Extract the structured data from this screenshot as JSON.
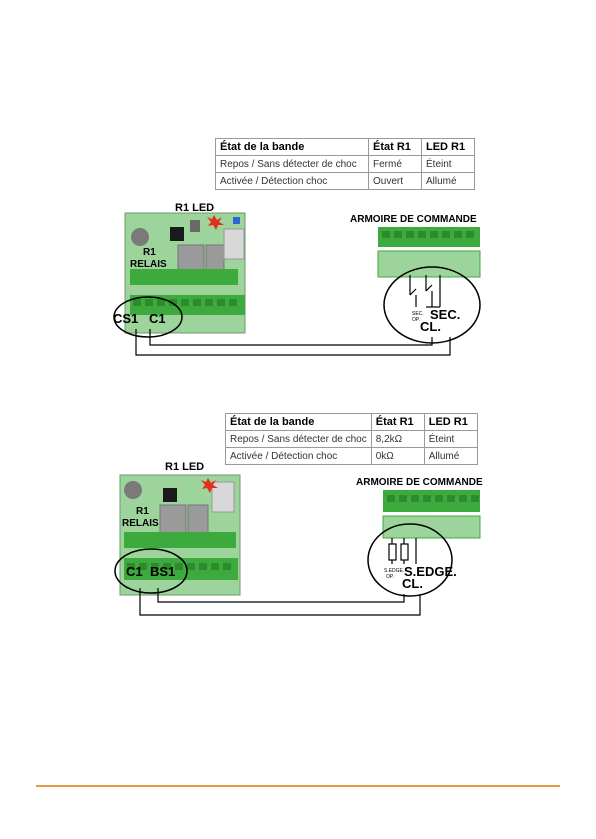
{
  "colors": {
    "accent": "#e39b4a",
    "board": "#9cd49c",
    "terminal": "#3daa3d",
    "led": "#e0301e"
  },
  "diagram1": {
    "table": {
      "headers": [
        "État de la bande",
        "État R1",
        "LED R1"
      ],
      "rows": [
        [
          "Repos / Sans détecter de choc",
          "Fermé",
          "Éteint"
        ],
        [
          "Activée / Détection choc",
          "Ouvert",
          "Allumé"
        ]
      ]
    },
    "labels": {
      "led": "R1 LED",
      "relay_line1": "R1",
      "relay_line2": "RELAIS",
      "cabinet": "ARMOIRE DE COMMANDE",
      "term_left": "CS1",
      "term_right": "C1",
      "contact_small_1": "SEC.",
      "contact_small_2": "OP.",
      "contact_big_1": "SEC.",
      "contact_big_2": "CL."
    }
  },
  "diagram2": {
    "table": {
      "headers": [
        "État de la bande",
        "État R1",
        "LED R1"
      ],
      "rows": [
        [
          "Repos / Sans détecter de choc",
          "8,2kΩ",
          "Éteint"
        ],
        [
          "Activée / Détection choc",
          "0kΩ",
          "Allumé"
        ]
      ]
    },
    "labels": {
      "led": "R1 LED",
      "relay_line1": "R1",
      "relay_line2": "RELAIS",
      "cabinet": "ARMOIRE DE COMMANDE",
      "term_left": "C1",
      "term_right": "BS1",
      "contact_small_1": "S.EDGE.",
      "contact_small_2": "OP.",
      "contact_big_1": "S.EDGE.",
      "contact_big_2": "CL."
    }
  }
}
